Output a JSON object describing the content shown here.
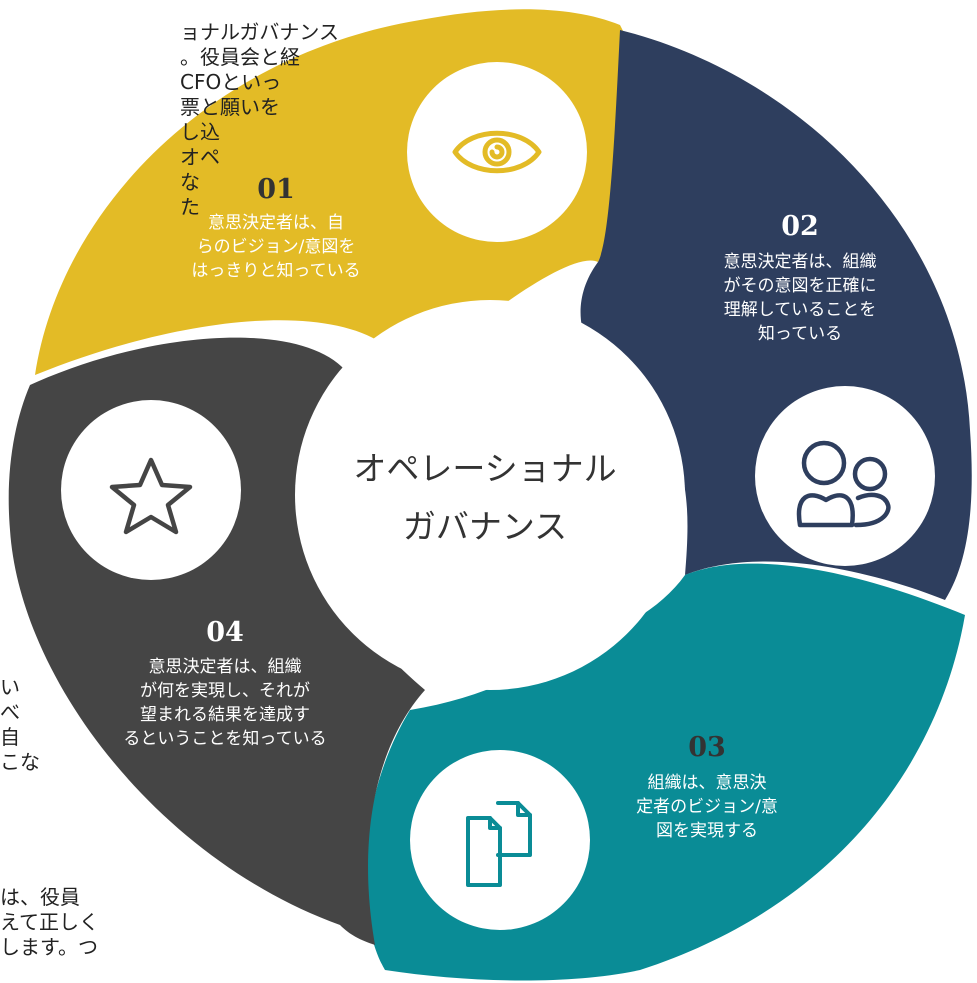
{
  "center_title": "オペレーショナル\nガバナンス",
  "segments": [
    {
      "number": "01",
      "text": "意思決定者は、自\nらのビジョン/意図を\nはっきりと知っている",
      "color": "#e3bb26",
      "text_color": "#ffffff",
      "number_color": "#333333",
      "icon": "eye-icon"
    },
    {
      "number": "02",
      "text": "意思決定者は、組織\nがその意図を正確に\n理解していることを\n知っている",
      "color": "#2e3e5e",
      "text_color": "#ffffff",
      "number_color": "#ffffff",
      "icon": "people-icon"
    },
    {
      "number": "03",
      "text": "組織は、意思決\n定者のビジョン/意\n図を実現する",
      "color": "#0a8c96",
      "text_color": "#ffffff",
      "number_color": "#333333",
      "icon": "documents-icon"
    },
    {
      "number": "04",
      "text": "意思決定者は、組織\nが何を実現し、それが\n望まれる結果を達成す\nるということを知っている",
      "color": "#454545",
      "text_color": "#ffffff",
      "number_color": "#ffffff",
      "icon": "star-icon"
    }
  ],
  "background_text": {
    "top_left": "ョナルガバナンス\n。役員会と経\nCFOといっ\n票と願いを\nし込\nオペ\nな\nた",
    "mid_left": "い\nべ\n自\nこな",
    "bottom_left": "は、役員\nえて正しく\nします。つ"
  },
  "icon_color": "#e3bb26"
}
